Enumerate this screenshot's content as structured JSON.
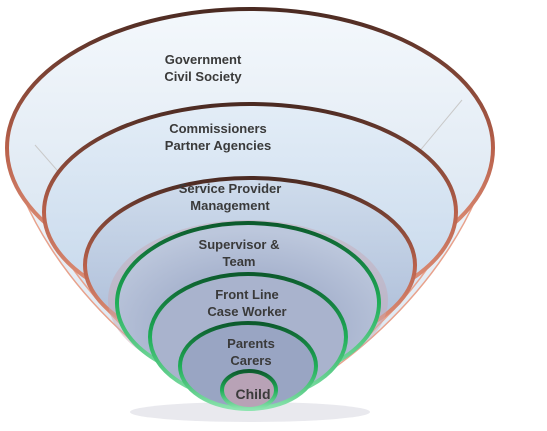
{
  "layers": [
    {
      "id": "government",
      "lines": [
        "Government",
        "Civil Society"
      ],
      "ring_color": "#d9694a"
    },
    {
      "id": "commissioners",
      "lines": [
        "Commissioners",
        "Partner Agencies"
      ],
      "ring_color": "#d9694a"
    },
    {
      "id": "service-provider",
      "lines": [
        "Service Provider",
        "Management"
      ],
      "ring_color": "#d9694a"
    },
    {
      "id": "supervisor",
      "lines": [
        "Supervisor &",
        "Team"
      ],
      "ring_color": "#22b05a"
    },
    {
      "id": "front-line",
      "lines": [
        "Front Line",
        "Case Worker"
      ],
      "ring_color": "#22b05a"
    },
    {
      "id": "parents",
      "lines": [
        "Parents",
        "Carers"
      ],
      "ring_color": "#22b05a"
    },
    {
      "id": "child",
      "lines": [
        "Child"
      ],
      "ring_color": "#22b05a"
    }
  ],
  "colors": {
    "outer_ring": "#d9694a",
    "inner_ring": "#22b05a",
    "fill_light": "#e4edf6",
    "fill_inner": "#9aaac8"
  }
}
